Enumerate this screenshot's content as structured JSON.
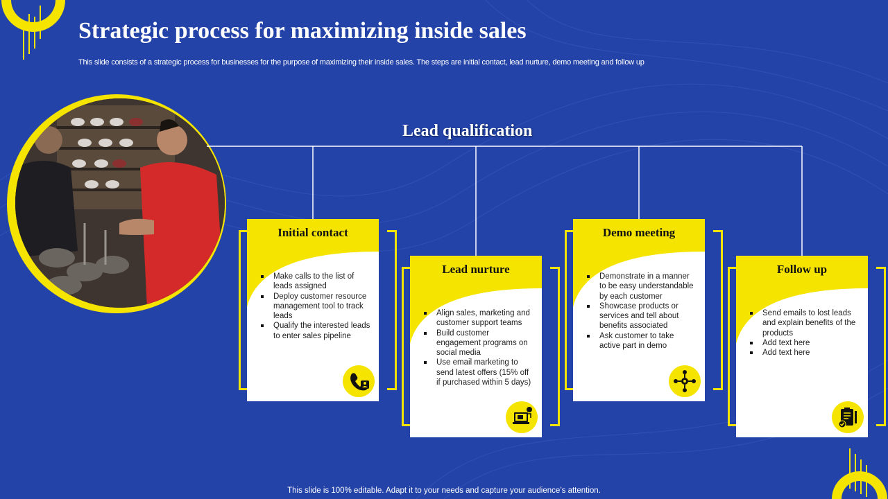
{
  "slide": {
    "title": "Strategic process for maximizing inside sales",
    "subtitle": "This slide consists of a strategic process for businesses for the purpose of maximizing their inside sales. The steps are initial contact, lead nurture, demo meeting and follow up",
    "footer": "This slide is 100% editable. Adapt it to your needs and capture your audience’s attention.",
    "colors": {
      "background": "#2343a8",
      "accent": "#f5e400",
      "card": "#ffffff"
    }
  },
  "diagram": {
    "root": "Lead qualification",
    "steps": [
      {
        "title": "Initial contact",
        "icon": "phone-contact-icon",
        "bullets": [
          "Make calls to the list of leads assigned",
          "Deploy customer resource management tool to track leads",
          "Qualify the interested leads to enter sales pipeline"
        ]
      },
      {
        "title": "Lead nurture",
        "icon": "laptop-email-icon",
        "bullets": [
          "Align sales, marketing and customer support teams",
          "Build customer engagement programs on social media",
          "Use email marketing to send latest offers (15% off if purchased within 5 days)"
        ]
      },
      {
        "title": "Demo meeting",
        "icon": "meeting-network-icon",
        "bullets": [
          "Demonstrate in a manner to be easy understandable by each customer",
          "Showcase products or services and tell about benefits associated",
          "Ask customer to take active part in demo"
        ]
      },
      {
        "title": "Follow up",
        "icon": "clipboard-check-icon",
        "bullets": [
          "Send emails to lost leads and explain benefits of the products",
          "Add text here",
          "Add text here"
        ]
      }
    ]
  }
}
